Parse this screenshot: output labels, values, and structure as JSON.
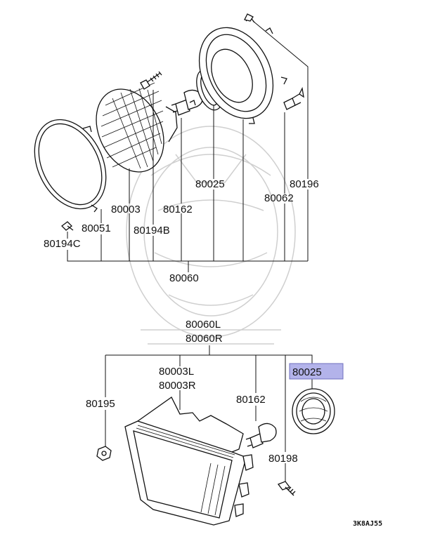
{
  "callouts": {
    "p80196": "80196",
    "p80025_top": "80025",
    "p80062": "80062",
    "p80003": "80003",
    "p80162_top": "80162",
    "p80051": "80051",
    "p80194B": "80194B",
    "p80194C": "80194C",
    "p80060": "80060",
    "p80060L": "80060L",
    "p80060R": "80060R",
    "p80003L": "80003L",
    "p80003R": "80003R",
    "p80195": "80195",
    "p80162_bottom": "80162",
    "p80025_highlight": "80025",
    "p80198": "80198"
  },
  "diagram_code": "3K8AJ55",
  "colors": {
    "highlight_fill": "#b3b3ea",
    "highlight_border": "#6f6fbf",
    "line": "#111111",
    "watermark": "#cfcfcf"
  }
}
